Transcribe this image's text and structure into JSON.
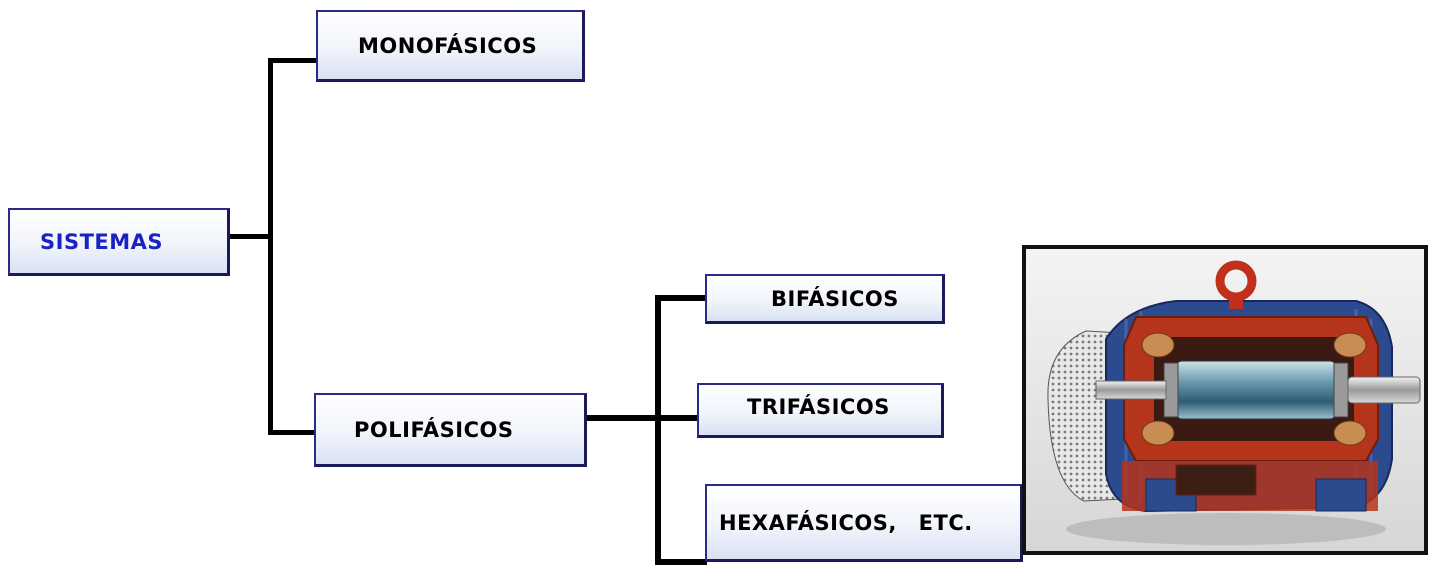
{
  "diagram": {
    "root": {
      "label": "SISTEMAS",
      "color": "#1a23c2"
    },
    "branches": [
      {
        "label": "MONOFÁSICOS",
        "color": "#000000"
      },
      {
        "label": "POLIFÁSICOS",
        "color": "#000000"
      }
    ],
    "sub_branches": [
      {
        "label": "BIFÁSICOS"
      },
      {
        "label": "TRIFÁSICOS"
      },
      {
        "label": "HEXAFÁSICOS, ETC."
      }
    ]
  },
  "image": {
    "subject": "cutaway-electric-motor",
    "body_color": "#2c4a8e",
    "interior_color": "#b5341c"
  }
}
